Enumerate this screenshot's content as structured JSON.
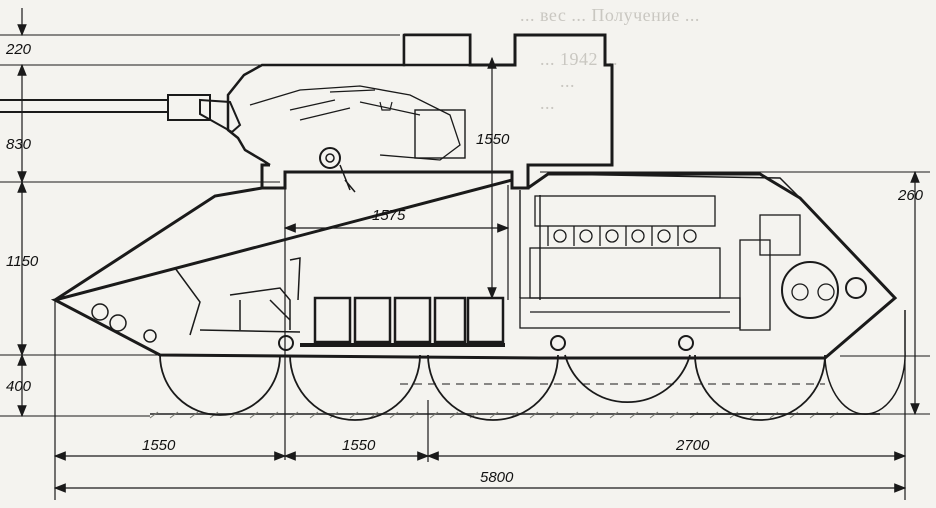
{
  "background_text": [
    "... вес ... Получение ...",
    "",
    "... 1942 ...",
    "...",
    "..."
  ],
  "dimensions": {
    "height_220": "220",
    "height_830": "830",
    "height_1150": "1150",
    "height_400": "400",
    "turret_height_1550": "1550",
    "turret_ring_1575": "1575",
    "total_height_260": "260",
    "front_1550": "1550",
    "middle_1550": "1550",
    "rear_2700": "2700",
    "total_length_5800": "5800"
  },
  "colors": {
    "ink": "#1a1a1a",
    "paper": "#f4f3ef",
    "ground": "#8a8a82"
  }
}
